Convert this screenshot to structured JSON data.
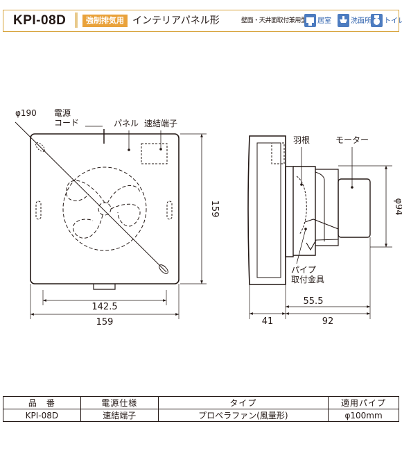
{
  "header": {
    "model": "KPI-08D",
    "badge": "強制排気用",
    "panel_type": "インテリアパネル形",
    "mount_type": "壁面・天井面取付兼用型",
    "rooms": [
      {
        "label": "居室",
        "icon": "room-icon",
        "color": "#4d7cc0"
      },
      {
        "label": "洗面所",
        "icon": "washroom-icon",
        "color": "#4d7cc0"
      },
      {
        "label": "トイレ",
        "icon": "toilet-icon",
        "color": "#4d7cc0"
      }
    ],
    "accent_color": "#d7a33a",
    "badge_color": "#e9a23b"
  },
  "front_view": {
    "dim_diameter": "φ190",
    "label_power_cord": "電源\nコード",
    "label_panel": "パネル",
    "label_terminal": "速結端子",
    "dim_inner_width": "142.5",
    "dim_width": "159",
    "dim_height": "159"
  },
  "side_view": {
    "label_blade": "羽根",
    "label_motor": "モーター",
    "label_pipe_bracket": "パイプ\n取付金具",
    "dim_pipe_dia": "φ94",
    "dim_55_5": "55.5",
    "dim_41": "41",
    "dim_92": "92"
  },
  "spec_table": {
    "headers": [
      "品　番",
      "電源仕様",
      "タイプ",
      "適用パイプ"
    ],
    "rows": [
      [
        "KPI-08D",
        "速結端子",
        "プロペラファン(風量形)",
        "φ100mm"
      ]
    ]
  }
}
